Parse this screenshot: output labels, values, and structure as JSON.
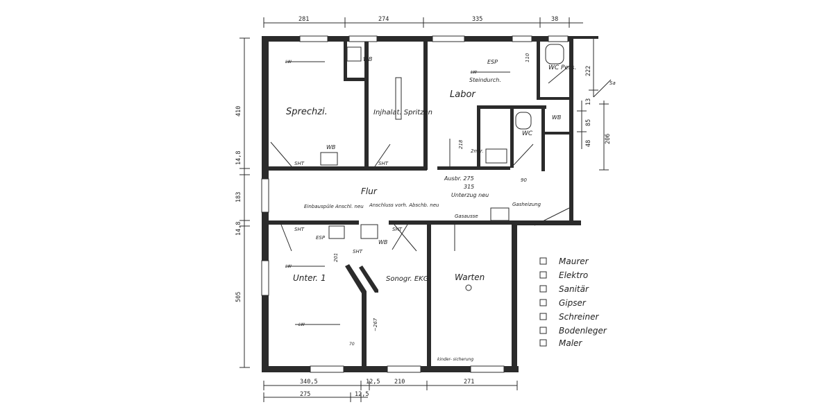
{
  "plan": {
    "top_dims": [
      "281",
      "274",
      "335",
      "38"
    ],
    "left_dims": [
      "410",
      "14,8",
      "183",
      "14,8",
      "505"
    ],
    "right_dims": [
      "222",
      "13",
      "85",
      "48",
      "206"
    ],
    "bottom_dims_1": [
      "340,5",
      "12,5",
      "210",
      "271"
    ],
    "bottom_dims_2": [
      "275",
      "12,5"
    ],
    "room_labels": {
      "sprechzi": "Sprechzi.",
      "injlab": "Injhalat. Spritzen",
      "labor": "Labor",
      "wc_top": "WC Pers.",
      "wc_mid": "WC",
      "flur": "Flur",
      "unter1": "Unter. 1",
      "sonogr": "Sonogr. EKG",
      "warten": "Warten"
    },
    "annotations": {
      "wb1": "WB",
      "wb2": "WB",
      "wb3": "WB",
      "wb4": "WB",
      "esp1": "ESP",
      "esp2": "ESP",
      "steindurch": "Steindurch.",
      "sht1": "SHT",
      "sht2": "SHT",
      "sht3": "SHT",
      "sht4": "SHT",
      "sht5": "SHT",
      "lw1": "LW",
      "lw2": "LW",
      "lw3": "LW",
      "lw4": "LW",
      "ausbr": "Ausbr. 275",
      "unterzug_len": "315",
      "unterzug": "Unterzug neu",
      "dim_110": "110",
      "dim_90": "90",
      "dim_218": "218",
      "dim_201": "201",
      "dim_267": "~267",
      "dim_70": "70",
      "einbau": "Einbauspüle Anschl. neu",
      "anschluss": "Anschluss vorh. Abschb. neu",
      "gasausse": "Gasausse",
      "gasheizung": "Gasheizung",
      "kinder": "kinder- sicherung",
      "zwei_mtr": "2mtr.",
      "sa": "Sa"
    },
    "legend": [
      "Maurer",
      "Elektro",
      "Sanitär",
      "Gipser",
      "Schreiner",
      "Bodenleger",
      "Maler"
    ]
  }
}
